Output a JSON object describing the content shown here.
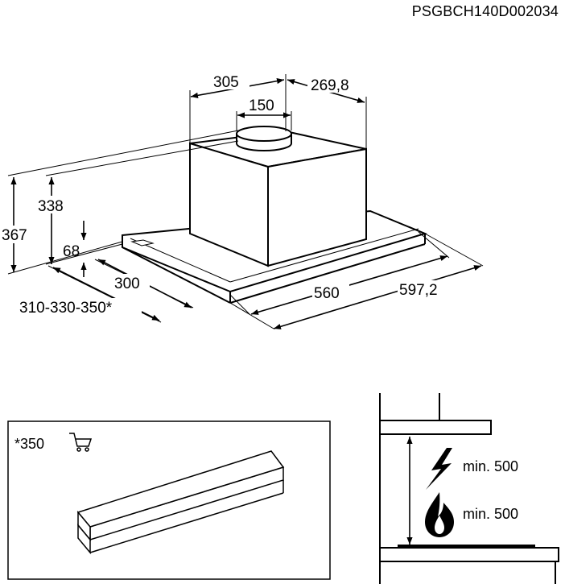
{
  "doc_code": "PSGBCH140D002034",
  "main_drawing": {
    "width_top_left": "305",
    "width_top_right": "269,8",
    "outlet_diameter": "150",
    "height_total": "367",
    "height_chimney": "338",
    "height_body": "68",
    "depth_body": "300",
    "depth_options": "310-330-350*",
    "width_inner": "560",
    "width_outer": "597,2"
  },
  "accessory_panel": {
    "label": "*350",
    "icon": "shopping-cart-icon"
  },
  "clearance_panel": {
    "electric_label": "min. 500",
    "gas_label": "min. 500",
    "electric_icon": "lightning-icon",
    "gas_icon": "flame-icon"
  }
}
